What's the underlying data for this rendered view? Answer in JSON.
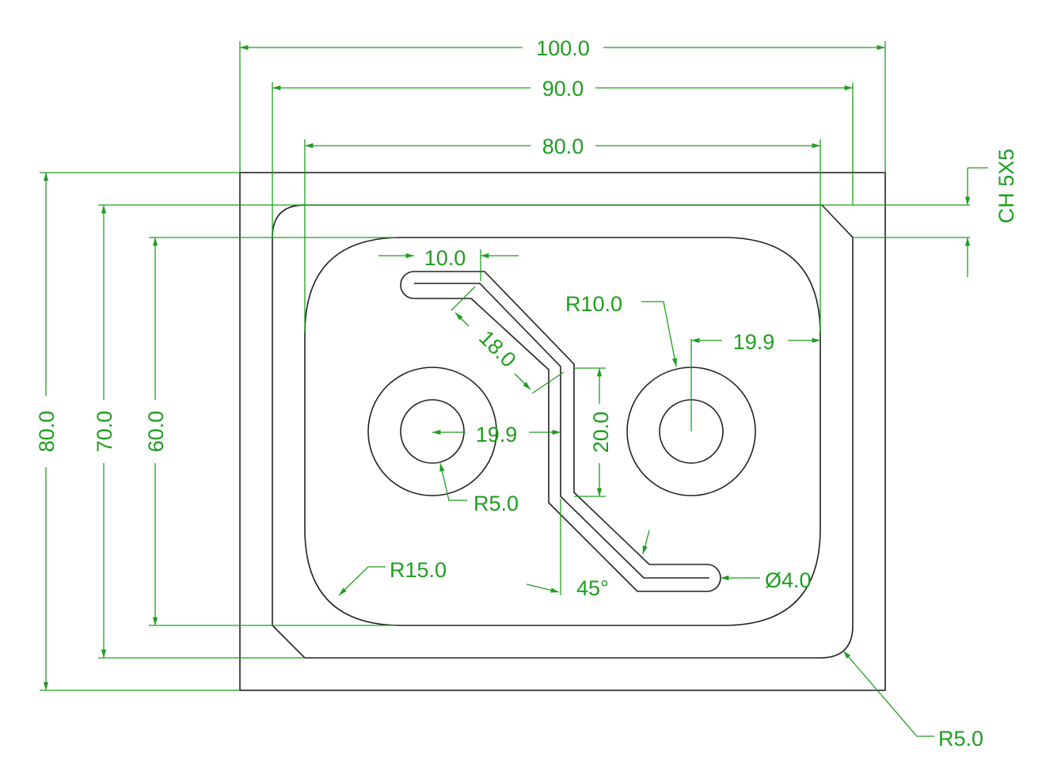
{
  "drawing": {
    "dims": {
      "width_100": "100.0",
      "width_90": "90.0",
      "width_80": "80.0",
      "height_80": "80.0",
      "height_70": "70.0",
      "height_60": "60.0",
      "chamfer": "CH 5X5",
      "slot_top_len": "10.0",
      "hole_radius_right": "R10.0",
      "right_hole_offset": "19.9",
      "slot_diag_len": "18.0",
      "left_hole_offset": "19.9",
      "slot_vert_len": "20.0",
      "hole_radius_left": "R5.0",
      "inner_corner_radius": "R15.0",
      "angle": "45°",
      "slot_width": "Ø4.0",
      "outer_corner_radius": "R5.0"
    },
    "colors": {
      "geometry": "#222222",
      "dimension": "#1e9e1e"
    }
  }
}
